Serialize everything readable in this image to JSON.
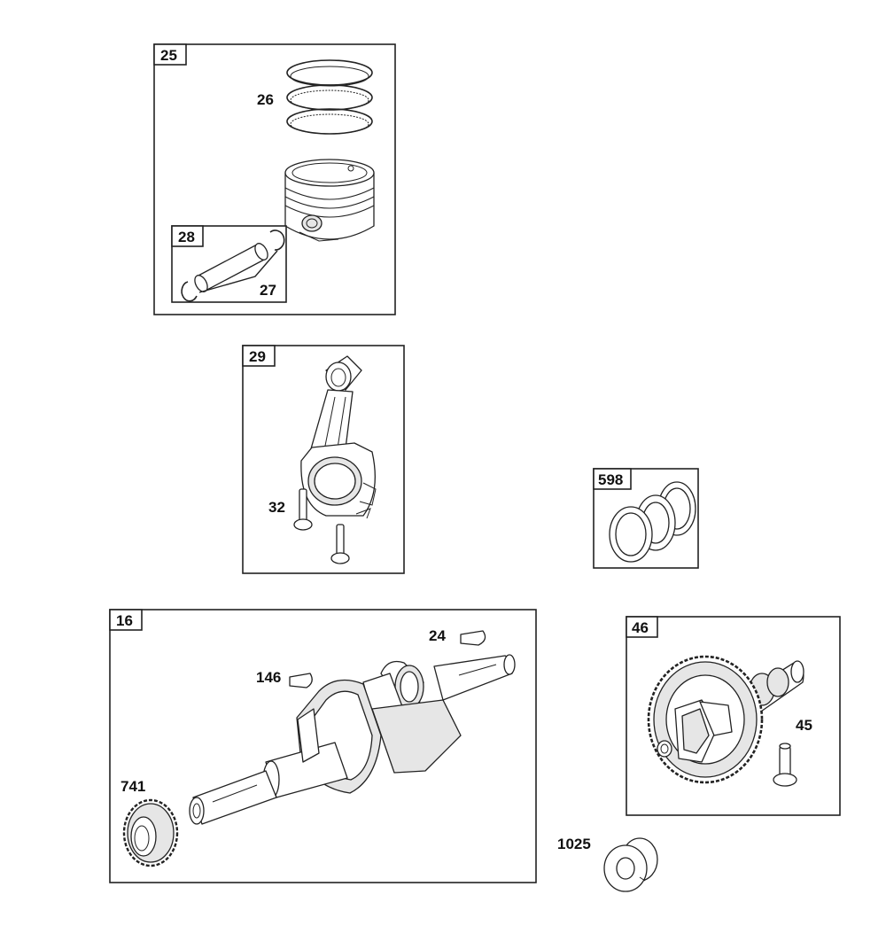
{
  "groups": {
    "piston_kit": "25",
    "pin_kit": "28",
    "connecting_rod": "29",
    "ring_shims": "598",
    "crankshaft": "16",
    "camshaft": "46"
  },
  "parts": {
    "piston_rings": "26",
    "retainer_clips": "27",
    "rod_bolts": "32",
    "crank_key": "24",
    "key_small": "146",
    "timing_gear": "741",
    "lifter": "45",
    "seal_part": "1025"
  }
}
